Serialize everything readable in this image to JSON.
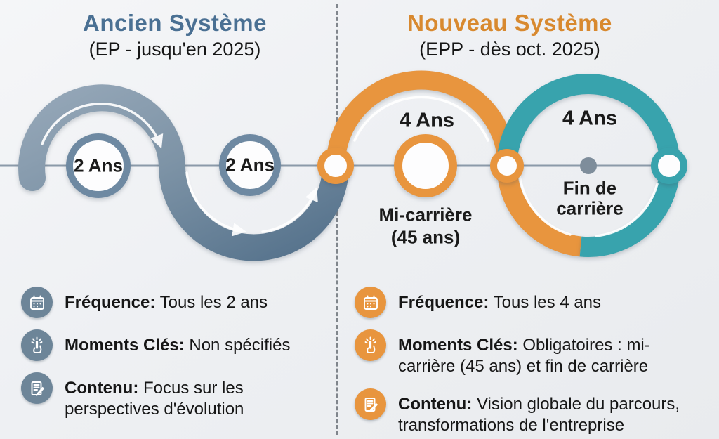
{
  "palette": {
    "bg": "#eef0f3",
    "slate-dark": "#54718b",
    "slate-light": "#95a7b8",
    "slate-ring": "#6e89a2",
    "icon-slate": "#6d8598",
    "orange": "#e8953e",
    "orange-title": "#d8892f",
    "teal": "#38a3ad",
    "line": "#8b9aa9",
    "dot": "#7e8d9b",
    "ink": "#161616",
    "slate-title": "#4a7093"
  },
  "header": {
    "left": {
      "title": "Ancien Système",
      "subtitle": "(EP - jusqu'en 2025)"
    },
    "right": {
      "title": "Nouveau Système",
      "subtitle": "(EPP - dès oct. 2025)"
    }
  },
  "timeline": {
    "old": {
      "cycle1": "2 Ans",
      "cycle2": "2 Ans"
    },
    "new": {
      "mid_duration": "4 Ans",
      "mid_label1": "Mi-carrière",
      "mid_label2": "(45 ans)",
      "end_duration": "4 Ans",
      "end_label1": "Fin de",
      "end_label2": "carrière"
    }
  },
  "details": {
    "left": {
      "items": [
        {
          "icon": "calendar-icon",
          "label": "Fréquence:",
          "text": " Tous les 2 ans"
        },
        {
          "icon": "tap-icon",
          "label": "Moments Clés:",
          "text": " Non spécifiés"
        },
        {
          "icon": "document-icon",
          "label": "Contenu:",
          "text": " Focus sur les perspectives d'évolution"
        }
      ]
    },
    "right": {
      "items": [
        {
          "icon": "calendar-icon",
          "label": "Fréquence:",
          "text": " Tous les 4 ans"
        },
        {
          "icon": "tap-icon",
          "label": "Moments Clés:",
          "text": " Obligatoires : mi-carrière (45 ans) et fin de carrière"
        },
        {
          "icon": "document-icon",
          "label": "Contenu:",
          "text": " Vision globale du parcours, transformations de l'entreprise"
        }
      ]
    }
  }
}
